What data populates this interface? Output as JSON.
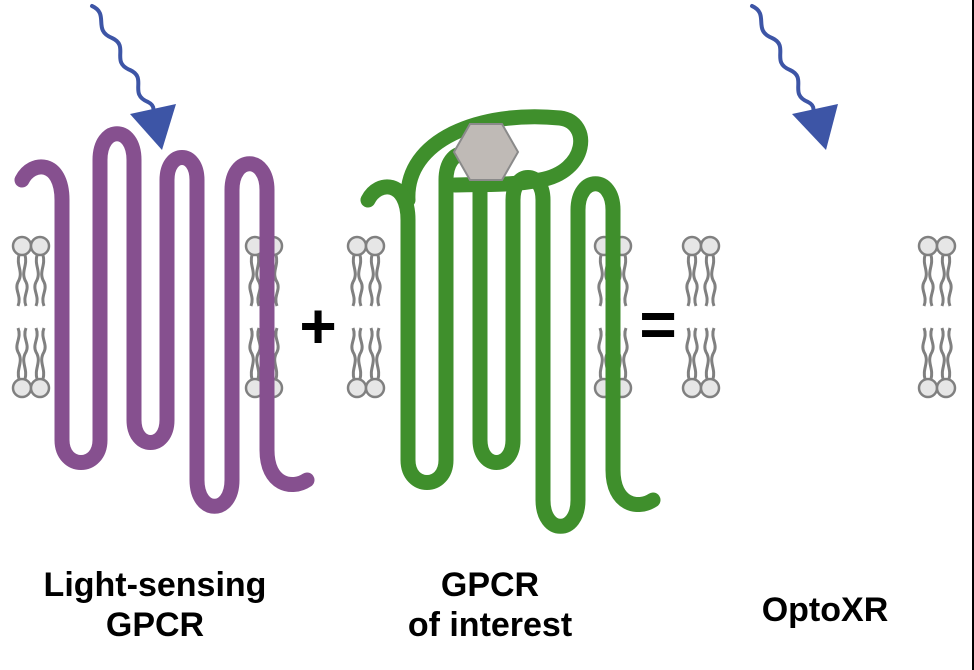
{
  "colors": {
    "light_gpcr": "#86508f",
    "gpcr_of_interest": "#3f8f2c",
    "light_arrow": "#3d55a6",
    "membrane": "#808080",
    "ligand_fill": "#bfbab6",
    "ligand_stroke": "#8a8a8a"
  },
  "operators": {
    "plus": "+",
    "equals": "="
  },
  "labels": {
    "light_sensing": {
      "line1": "Light-sensing",
      "line2": "GPCR"
    },
    "gpcr_interest": {
      "line1": "GPCR",
      "line2": "of interest"
    },
    "optoxr": {
      "line1": "OptoXR"
    }
  },
  "icons": [
    "light-arrow-icon",
    "ligand-hexagon-icon",
    "phospholipid-icon"
  ]
}
